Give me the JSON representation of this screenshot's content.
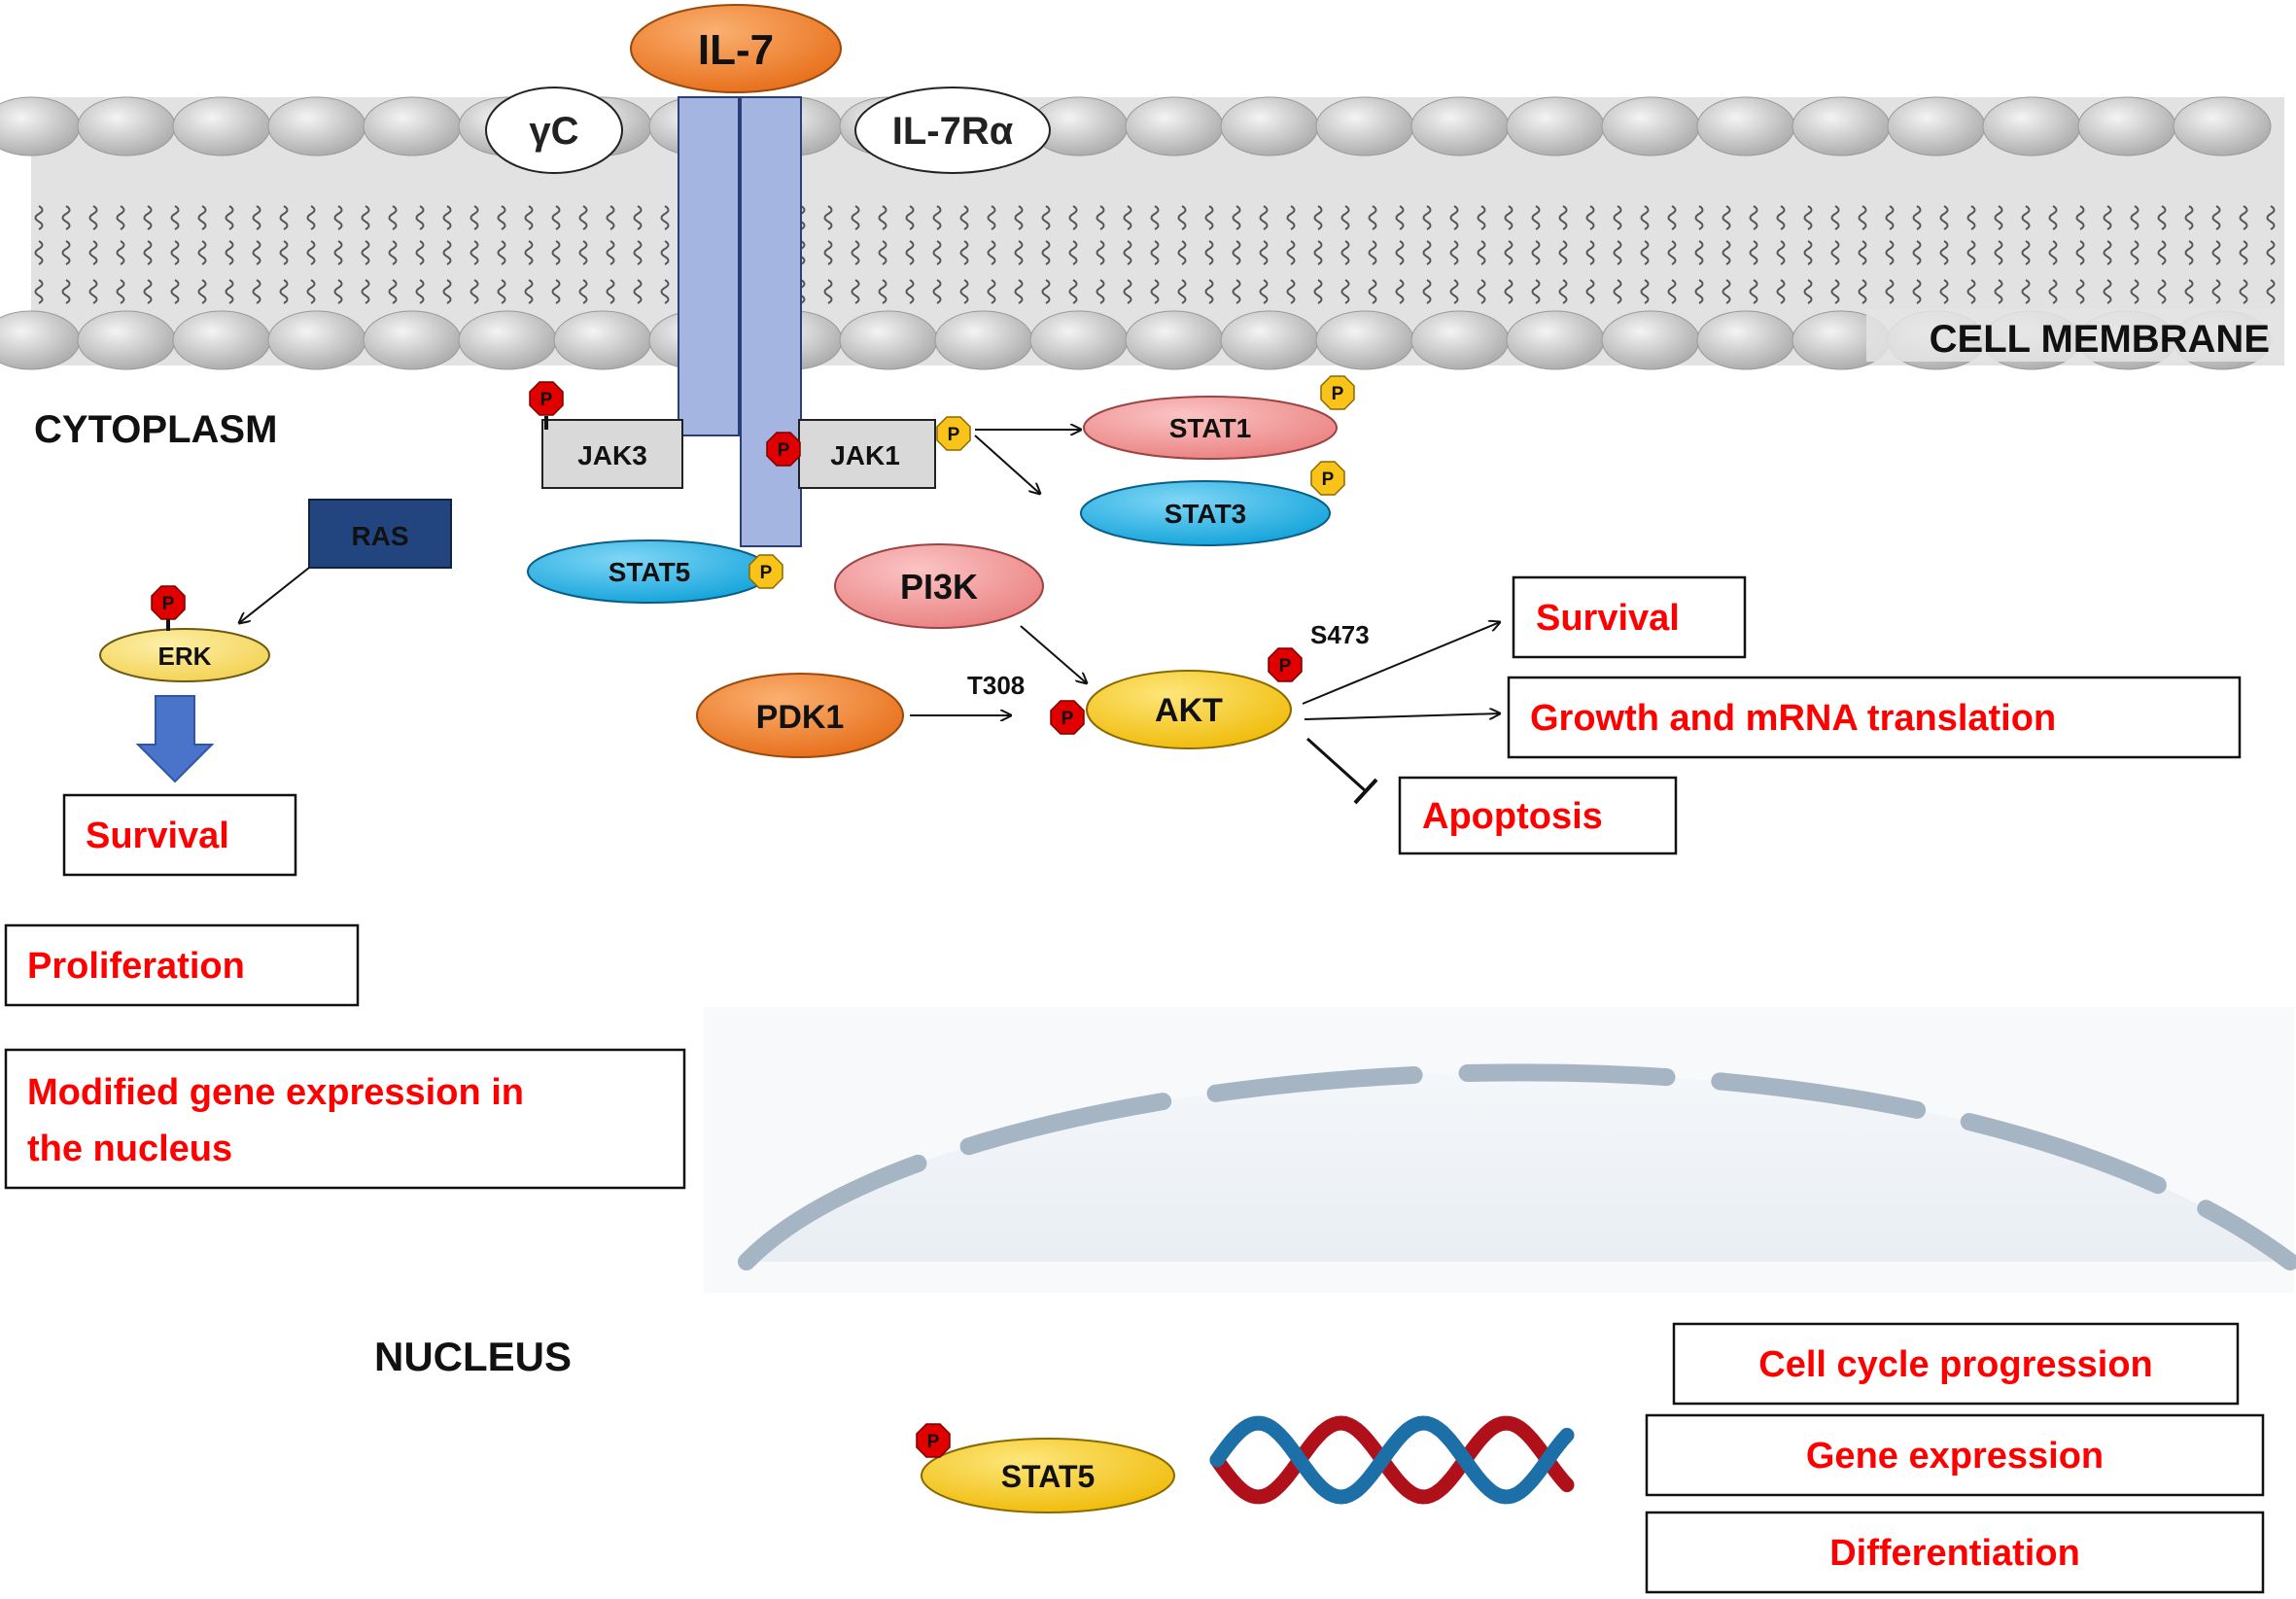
{
  "colors": {
    "red_text": "#ff0000",
    "receptor": "#a4b5e2",
    "orange": "#f07a26",
    "yellow": "#f6cf1a",
    "pink": "#f39b9b",
    "cyan": "#25b3e8",
    "ras": "#23457f",
    "phospho_red": "#e00000",
    "phospho_yellow": "#f9c31a",
    "dna_red": "#b0101a",
    "dna_blue": "#1d6fa8"
  },
  "membrane": {
    "label": "CELL MEMBRANE"
  },
  "compartments": {
    "cytoplasm": "CYTOPLASM",
    "nucleus": "NUCLEUS"
  },
  "ligand": {
    "label": "IL-7"
  },
  "receptors": {
    "gamma_c": "γC",
    "il7_r_alpha": "IL-7Rα"
  },
  "kinases": {
    "jak3": "JAK3",
    "jak1": "JAK1",
    "pi3k": "PI3K",
    "pdk1": "PDK1",
    "akt": "AKT",
    "ras": "RAS",
    "erk": "ERK"
  },
  "stats": {
    "stat1": "STAT1",
    "stat3": "STAT3",
    "stat5": "STAT5",
    "stat5_nuclear": "STAT5"
  },
  "phospho_label": "P",
  "sites": {
    "t308": "T308",
    "s473": "S473"
  },
  "outcomes": {
    "akt_survival": "Survival",
    "growth": "Growth and mRNA translation",
    "apoptosis": "Apoptosis",
    "erk_survival": "Survival",
    "proliferation": "Proliferation",
    "modified_line1": "Modified gene expression in",
    "modified_line2": "the nucleus",
    "cell_cycle": "Cell cycle progression",
    "gene_expression": "Gene expression",
    "differentiation": "Differentiation"
  }
}
